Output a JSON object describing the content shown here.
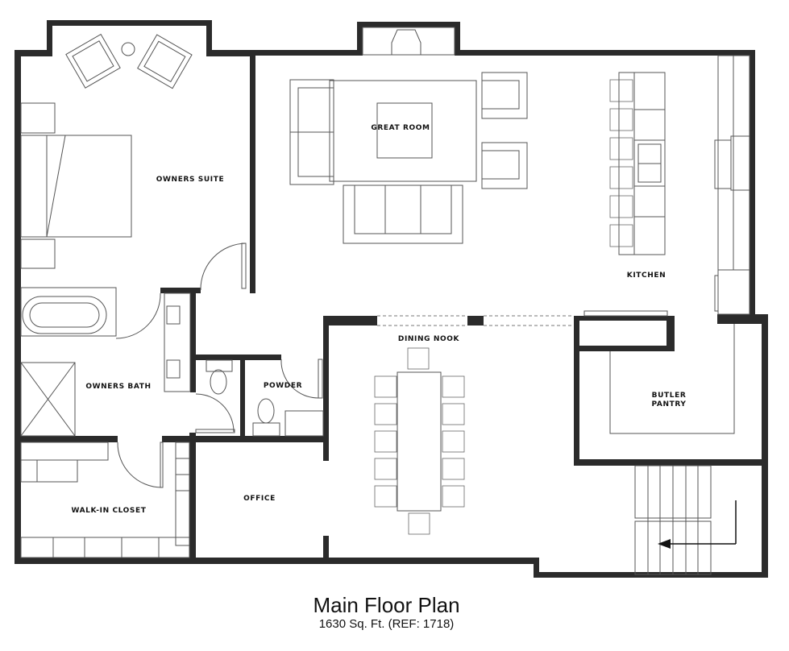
{
  "title": "Main Floor Plan",
  "subtitle": "1630 Sq. Ft. (REF: 1718)",
  "rooms": {
    "owners_suite": "OWNERS SUITE",
    "great_room": "GREAT ROOM",
    "kitchen": "KITCHEN",
    "dining_nook": "DINING NOOK",
    "owners_bath": "OWNERS BATH",
    "powder": "POWDER",
    "butler_pantry_line1": "BUTLER",
    "butler_pantry_line2": "PANTRY",
    "walk_in_closet": "WALK-IN CLOSET",
    "office": "OFFICE"
  },
  "colors": {
    "wall": "#2b2b2b",
    "furniture_line": "#555555",
    "background": "#ffffff"
  }
}
